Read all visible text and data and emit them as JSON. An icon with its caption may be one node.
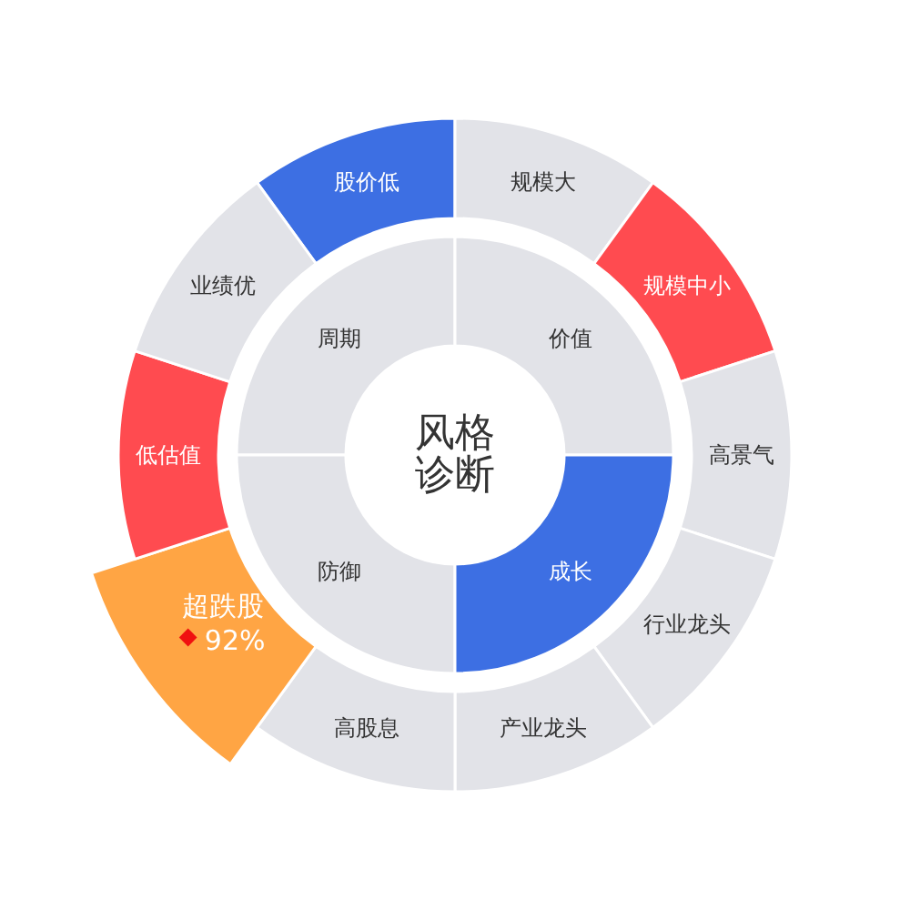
{
  "diagram": {
    "nodes": [
      {
        "text": [
          "风格诊断"
        ]
      },
      {
        "text": [
          "周期"
        ]
      },
      {
        "text": [
          "价值"
        ]
      },
      {
        "text": [
          "防御"
        ]
      },
      {
        "text": [
          "成长"
        ]
      },
      {
        "text": [
          "股价低"
        ]
      },
      {
        "text": [
          "规模大"
        ]
      },
      {
        "text": [
          "规模中小"
        ]
      },
      {
        "text": [
          "高景气"
        ]
      },
      {
        "text": [
          "行业龙头"
        ]
      },
      {
        "text": [
          "产业龙头"
        ]
      },
      {
        "text": [
          "高股息"
        ]
      },
      {
        "text": [
          "超跌股",
          "92%"
        ]
      },
      {
        "text": [
          "低估值"
        ]
      },
      {
        "text": [
          "业绩优"
        ]
      }
    ]
  }
}
